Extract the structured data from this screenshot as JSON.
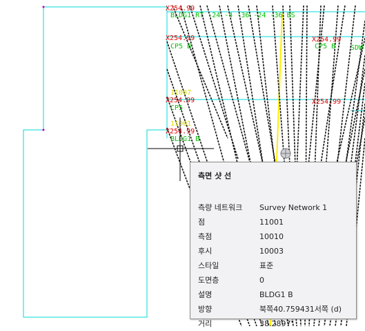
{
  "drawing": {
    "labels": {
      "elev1": "X254.99",
      "title1": "BLDG1 RT -24 -4 -36 -24 -36 BS",
      "elev2": "X254.99",
      "desc2": "CP5 B",
      "code3": "11007",
      "elev3": "X254.99",
      "desc3": "CP5",
      "code4": "11001",
      "elev4": "X254.99",
      "desc4": "BLDG1 B",
      "right1": "X254.99",
      "right2": "CP5 B",
      "right3": "SDW",
      "right4": "X254.99"
    },
    "colors": {
      "boundary": "#00d8d8",
      "elevation": "#e00000",
      "description": "#00c000",
      "code": "#d8d800",
      "shots": "#000000",
      "yellow_line": "#ffee00"
    }
  },
  "tooltip": {
    "title": "측면 샷 선",
    "rows": [
      {
        "key": "측량 네트워크",
        "value": "Survey Network 1"
      },
      {
        "key": "점",
        "value": "11001"
      },
      {
        "key": "측점",
        "value": "10010"
      },
      {
        "key": "후시",
        "value": "10003"
      },
      {
        "key": "스타일",
        "value": "표준"
      },
      {
        "key": "도면층",
        "value": "0"
      },
      {
        "key": "설명",
        "value": "BLDG1 B"
      },
      {
        "key": "방향",
        "value": "북쪽40.759431서쪽 (d)"
      },
      {
        "key": "거리",
        "value": "38.2897'"
      }
    ]
  }
}
